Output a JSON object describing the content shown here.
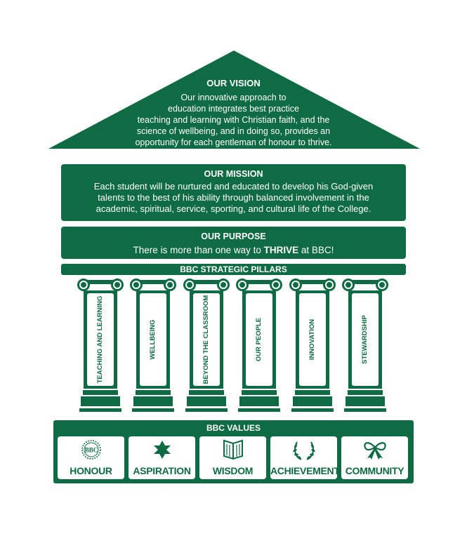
{
  "vision": {
    "title": "OUR VISION",
    "lines": [
      "Our innovative approach to",
      "education integrates best practice",
      "teaching and learning with Christian faith, and the",
      "science of wellbeing, and in doing so, provides an",
      "opportunity for each gentleman of honour to thrive."
    ]
  },
  "mission": {
    "title": "OUR MISSION",
    "lines": [
      "Each student will be nurtured and educated to develop his God-given",
      "talents to the best of his ability through balanced involvement in the",
      "academic, spiritual, service, sporting, and cultural life of the College."
    ]
  },
  "purpose": {
    "title": "OUR PURPOSE",
    "text_before": "There is more than one way to ",
    "emphasis": "THRIVE",
    "text_after": " at BBC!"
  },
  "pillars": {
    "title": "BBC STRATEGIC PILLARS",
    "items": [
      "TEACHING AND LEARNING",
      "WELLBEING",
      "BEYOND THE CLASSROOM",
      "OUR PEOPLE",
      "INNOVATION",
      "STEWARDSHIP"
    ]
  },
  "values": {
    "title": "BBC VALUES",
    "items": [
      {
        "label": "HONOUR",
        "icon": "bbc-crest-icon",
        "icon_text": "BBC"
      },
      {
        "label": "ASPIRATION",
        "icon": "star-icon"
      },
      {
        "label": "WISDOM",
        "icon": "book-icon"
      },
      {
        "label": "ACHIEVEMENT",
        "icon": "laurel-wreath-icon"
      },
      {
        "label": "COMMUNITY",
        "icon": "ribbon-bow-icon"
      }
    ]
  },
  "colors": {
    "primary": "#0e6b43",
    "background": "#ffffff"
  }
}
